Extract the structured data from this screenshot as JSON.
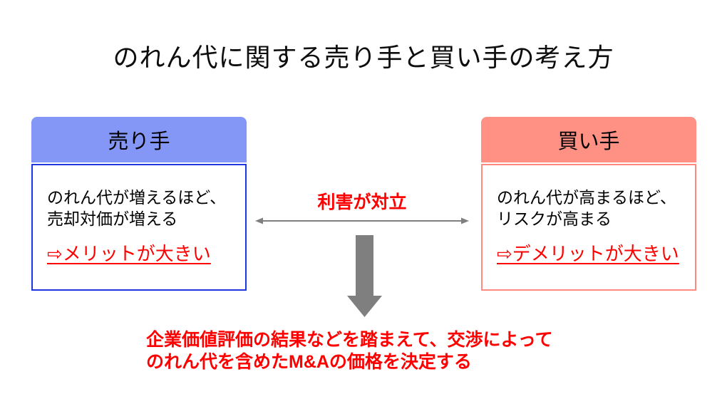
{
  "title": "のれん代に関する売り手と買い手の考え方",
  "seller_box": {
    "header": "売り手",
    "body_lines": [
      "のれん代が増えるほど、",
      "売却対価が増える"
    ],
    "highlight": "⇨メリットが大きい"
  },
  "buyer_box": {
    "header": "買い手",
    "body_lines": [
      "のれん代が高まるほど、",
      "リスクが高まる"
    ],
    "highlight": "⇨デメリットが大きい"
  },
  "conflict_label": "利害が対立",
  "conclusion_lines": [
    "企業価値評価の結果などを踏まえて、交渉によって",
    "のれん代を含めたM&Aの価格を決定する"
  ],
  "colors": {
    "seller_header_bg": "#8497f7",
    "seller_border": "#1f35e0",
    "buyer_header_bg": "#ff9184",
    "buyer_border": "#ff8a80",
    "accent_red": "#ff0000",
    "arrow_gray": "#7f7f7f",
    "title_text": "#0d0d0d"
  }
}
